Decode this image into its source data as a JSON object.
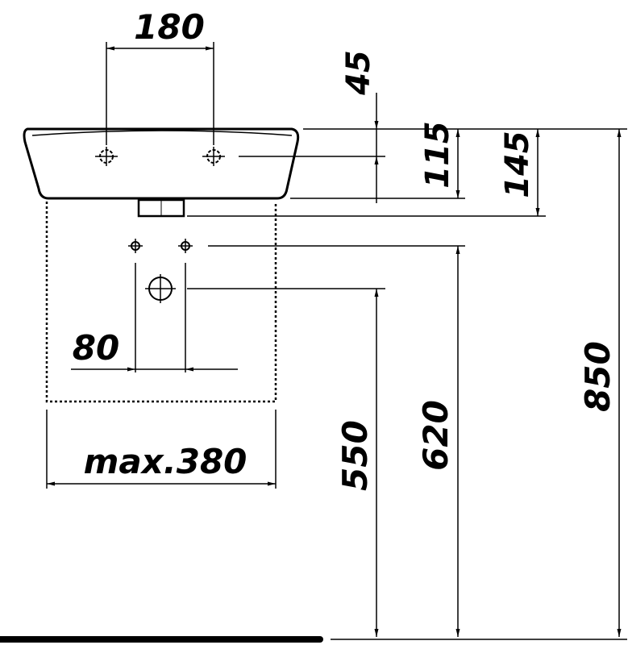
{
  "dimensions": {
    "hole_spacing_top": "180",
    "hole_offset_top": "45",
    "basin_depth": "115",
    "outlet_depth": "145",
    "pipe_spacing": "80",
    "max_width": "max.380",
    "drain_height": "550",
    "supply_height": "620",
    "rim_height": "850"
  },
  "colors": {
    "line": "#000000",
    "background": "#ffffff"
  }
}
